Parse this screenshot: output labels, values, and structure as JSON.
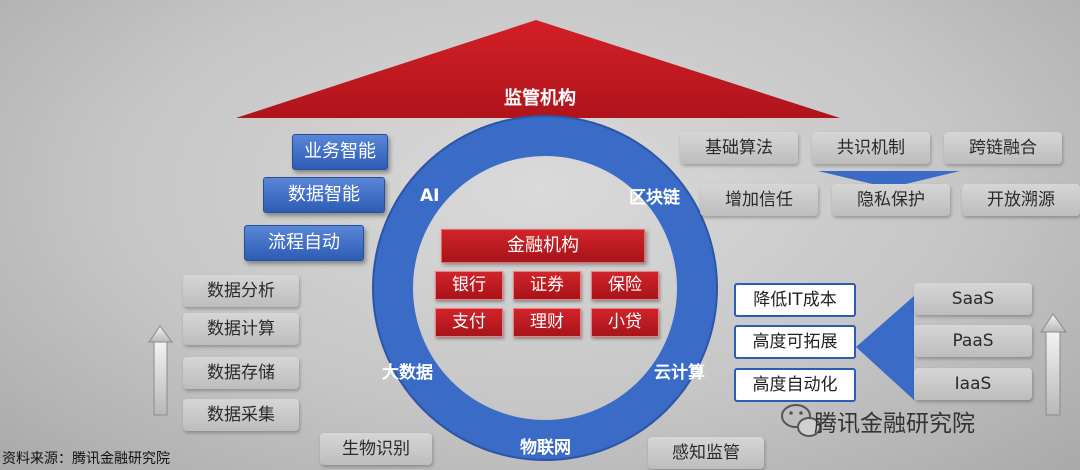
{
  "roof": {
    "title": "监管机构"
  },
  "ai_items": [
    "业务智能",
    "数据智能",
    "流程自动"
  ],
  "bigdata_items": [
    "数据分析",
    "数据计算",
    "数据存储",
    "数据采集"
  ],
  "blockchain_top": [
    "基础算法",
    "共识机制",
    "跨链融合"
  ],
  "blockchain_bottom": [
    "增加信任",
    "隐私保护",
    "开放溯源"
  ],
  "cloud_benefits": [
    "降低IT成本",
    "高度可拓展",
    "高度自动化"
  ],
  "cloud_layers": [
    "SaaS",
    "PaaS",
    "IaaS"
  ],
  "iot_items": [
    "生物识别",
    "感知监管"
  ],
  "ring_labels": {
    "ai": "AI",
    "blockchain": "区块链",
    "bigdata": "大数据",
    "cloud": "云计算",
    "iot": "物联网"
  },
  "center": {
    "title": "金融机构",
    "row1": [
      "银行",
      "证券",
      "保险"
    ],
    "row2": [
      "支付",
      "理财",
      "小贷"
    ]
  },
  "source": "资料来源：腾讯金融研究院",
  "watermark": "腾讯金融研究院"
}
